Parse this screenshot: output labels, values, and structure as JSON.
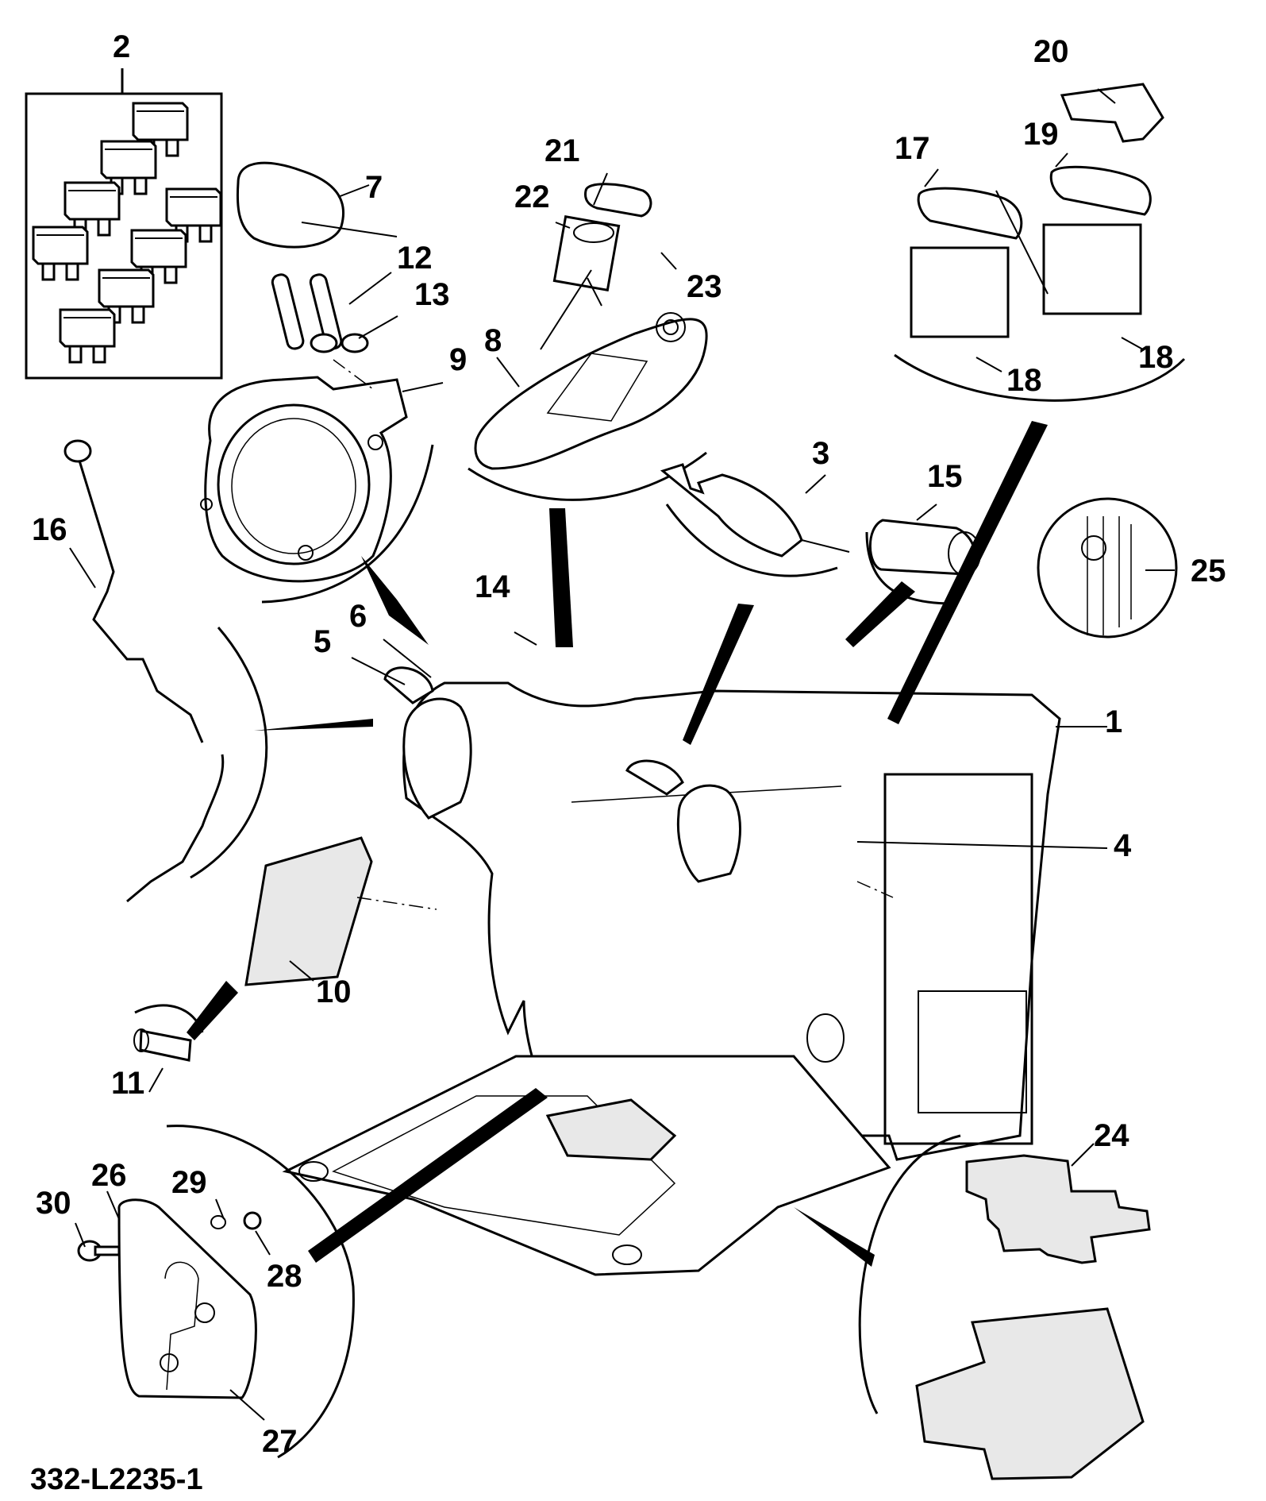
{
  "drawing_number": "332-L2235-1",
  "callouts": [
    "1",
    "2",
    "3",
    "4",
    "5",
    "6",
    "7",
    "8",
    "9",
    "10",
    "11",
    "12",
    "13",
    "14",
    "15",
    "16",
    "17",
    "18",
    "18",
    "19",
    "20",
    "21",
    "22",
    "23",
    "24",
    "25",
    "26",
    "27",
    "28",
    "29",
    "30"
  ]
}
